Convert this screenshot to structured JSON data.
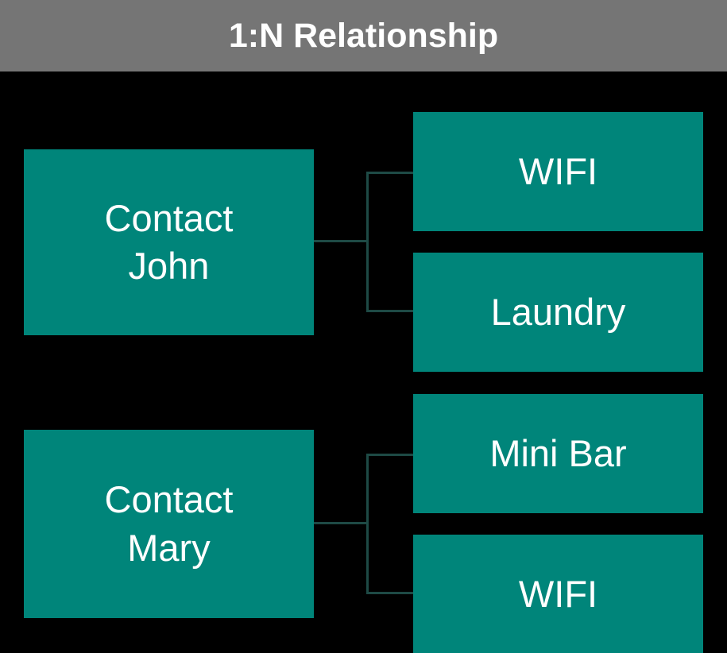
{
  "header": {
    "title": "1:N Relationship",
    "background_color": "#757575",
    "text_color": "#FFFFFF"
  },
  "theme": {
    "canvas_background": "#000000",
    "node_fill": "#00857A",
    "node_text_color": "#FFFFFF",
    "connector_color": "#1E4A45"
  },
  "diagram": {
    "type": "entity-relationship-tree",
    "relationship": "1:N",
    "parents": [
      {
        "id": "contact-john",
        "label": "Contact\nJohn",
        "entity": "Contact",
        "name": "John",
        "children": [
          "wifi-1",
          "laundry"
        ]
      },
      {
        "id": "contact-mary",
        "label": "Contact\nMary",
        "entity": "Contact",
        "name": "Mary",
        "children": [
          "mini-bar",
          "wifi-2"
        ]
      }
    ],
    "children": [
      {
        "id": "wifi-1",
        "label": "WIFI"
      },
      {
        "id": "laundry",
        "label": "Laundry"
      },
      {
        "id": "mini-bar",
        "label": "Mini Bar"
      },
      {
        "id": "wifi-2",
        "label": "WIFI"
      }
    ]
  }
}
